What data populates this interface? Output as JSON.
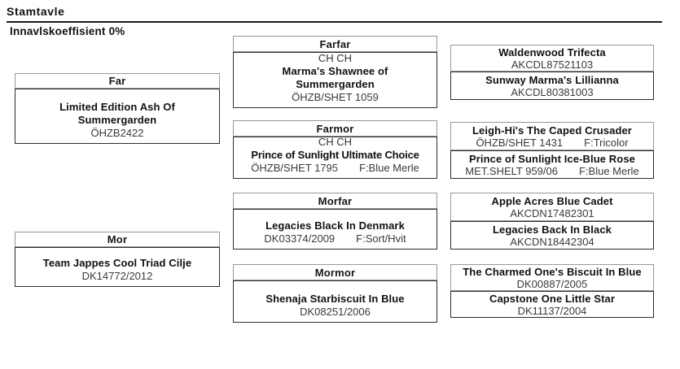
{
  "page": {
    "title": "Stamtavle",
    "subtitle": "Innavlskoeffisient 0%"
  },
  "colors": {
    "header_border": "#97979e",
    "body_border": "#2d2d2d",
    "rule": "#1a1a1a",
    "text": "#111111"
  },
  "parents": [
    {
      "label": "Far",
      "title": "",
      "name": "Limited Edition Ash Of Summergarden",
      "reg": "ÖHZB2422",
      "color": ""
    },
    {
      "label": "Mor",
      "title": "",
      "name": "Team Jappes Cool Triad Cilje",
      "reg": "DK14772/2012",
      "color": ""
    }
  ],
  "grandparents": [
    {
      "label": "Farfar",
      "title": "CH CH",
      "name": "Marma's Shawnee of Summergarden",
      "reg": "ÖHZB/SHET 1059",
      "color": ""
    },
    {
      "label": "Farmor",
      "title": "CH CH",
      "name": "Prince of Sunlight Ultimate Choice",
      "reg": "ÖHZB/SHET 1795",
      "color": "F:Blue Merle"
    },
    {
      "label": "Morfar",
      "title": "",
      "name": "Legacies Black In Denmark",
      "reg": "DK03374/2009",
      "color": "F:Sort/Hvit"
    },
    {
      "label": "Mormor",
      "title": "",
      "name": "Shenaja Starbiscuit In Blue",
      "reg": "DK08251/2006",
      "color": ""
    }
  ],
  "great_grandparents": [
    {
      "name": "Waldenwood Trifecta",
      "reg": "AKCDL87521103",
      "color": ""
    },
    {
      "name": "Sunway Marma's Lillianna",
      "reg": "AKCDL80381003",
      "color": ""
    },
    {
      "name": "Leigh-Hi's The Caped Crusader",
      "reg": "ÖHZB/SHET 1431",
      "color": "F:Tricolor"
    },
    {
      "name": "Prince of Sunlight Ice-Blue Rose",
      "reg": "MET.SHELT 959/06",
      "color": "F:Blue Merle"
    },
    {
      "name": "Apple Acres Blue Cadet",
      "reg": "AKCDN17482301",
      "color": ""
    },
    {
      "name": "Legacies Back In Black",
      "reg": "AKCDN18442304",
      "color": ""
    },
    {
      "name": "The Charmed One's Biscuit In Blue",
      "reg": "DK00887/2005",
      "color": ""
    },
    {
      "name": "Capstone One Little Star",
      "reg": "DK11137/2004",
      "color": ""
    }
  ]
}
